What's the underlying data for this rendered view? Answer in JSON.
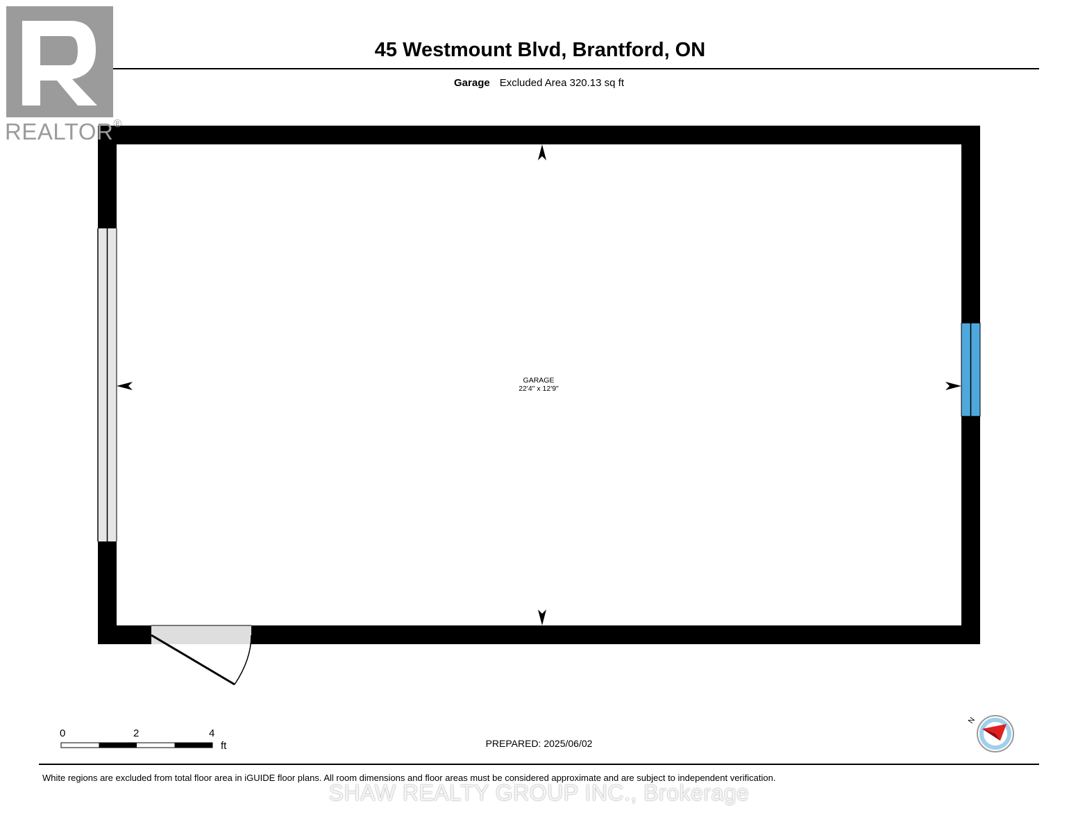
{
  "logo": {
    "letter": "R",
    "text": "REALTOR",
    "registered_mark": "®",
    "color": "#9b9b9b"
  },
  "header": {
    "address": "45 Westmount Blvd, Brantford, ON"
  },
  "subheader": {
    "floor_name": "Garage",
    "area_text": "Excluded Area 320.13 sq ft"
  },
  "room": {
    "name": "GARAGE",
    "dimensions": "22'4\" x 12'9\""
  },
  "scale_bar": {
    "ticks": [
      "0",
      "2",
      "4"
    ],
    "unit": "ft"
  },
  "compass": {
    "letter": "N",
    "needle_color": "#e02020",
    "ring_color": "#9fd0ec"
  },
  "prepared": "PREPARED: 2025/06/02",
  "footer": {
    "disclaimer": "White regions are excluded from total floor area in iGUIDE floor plans. All room dimensions and floor areas must be considered approximate and are subject to independent verification."
  },
  "watermark": "SHAW REALTY GROUP INC., Brokerage",
  "colors": {
    "wall": "#000000",
    "window_blue": "#4fa8dc",
    "opening_gray": "#dedede"
  }
}
